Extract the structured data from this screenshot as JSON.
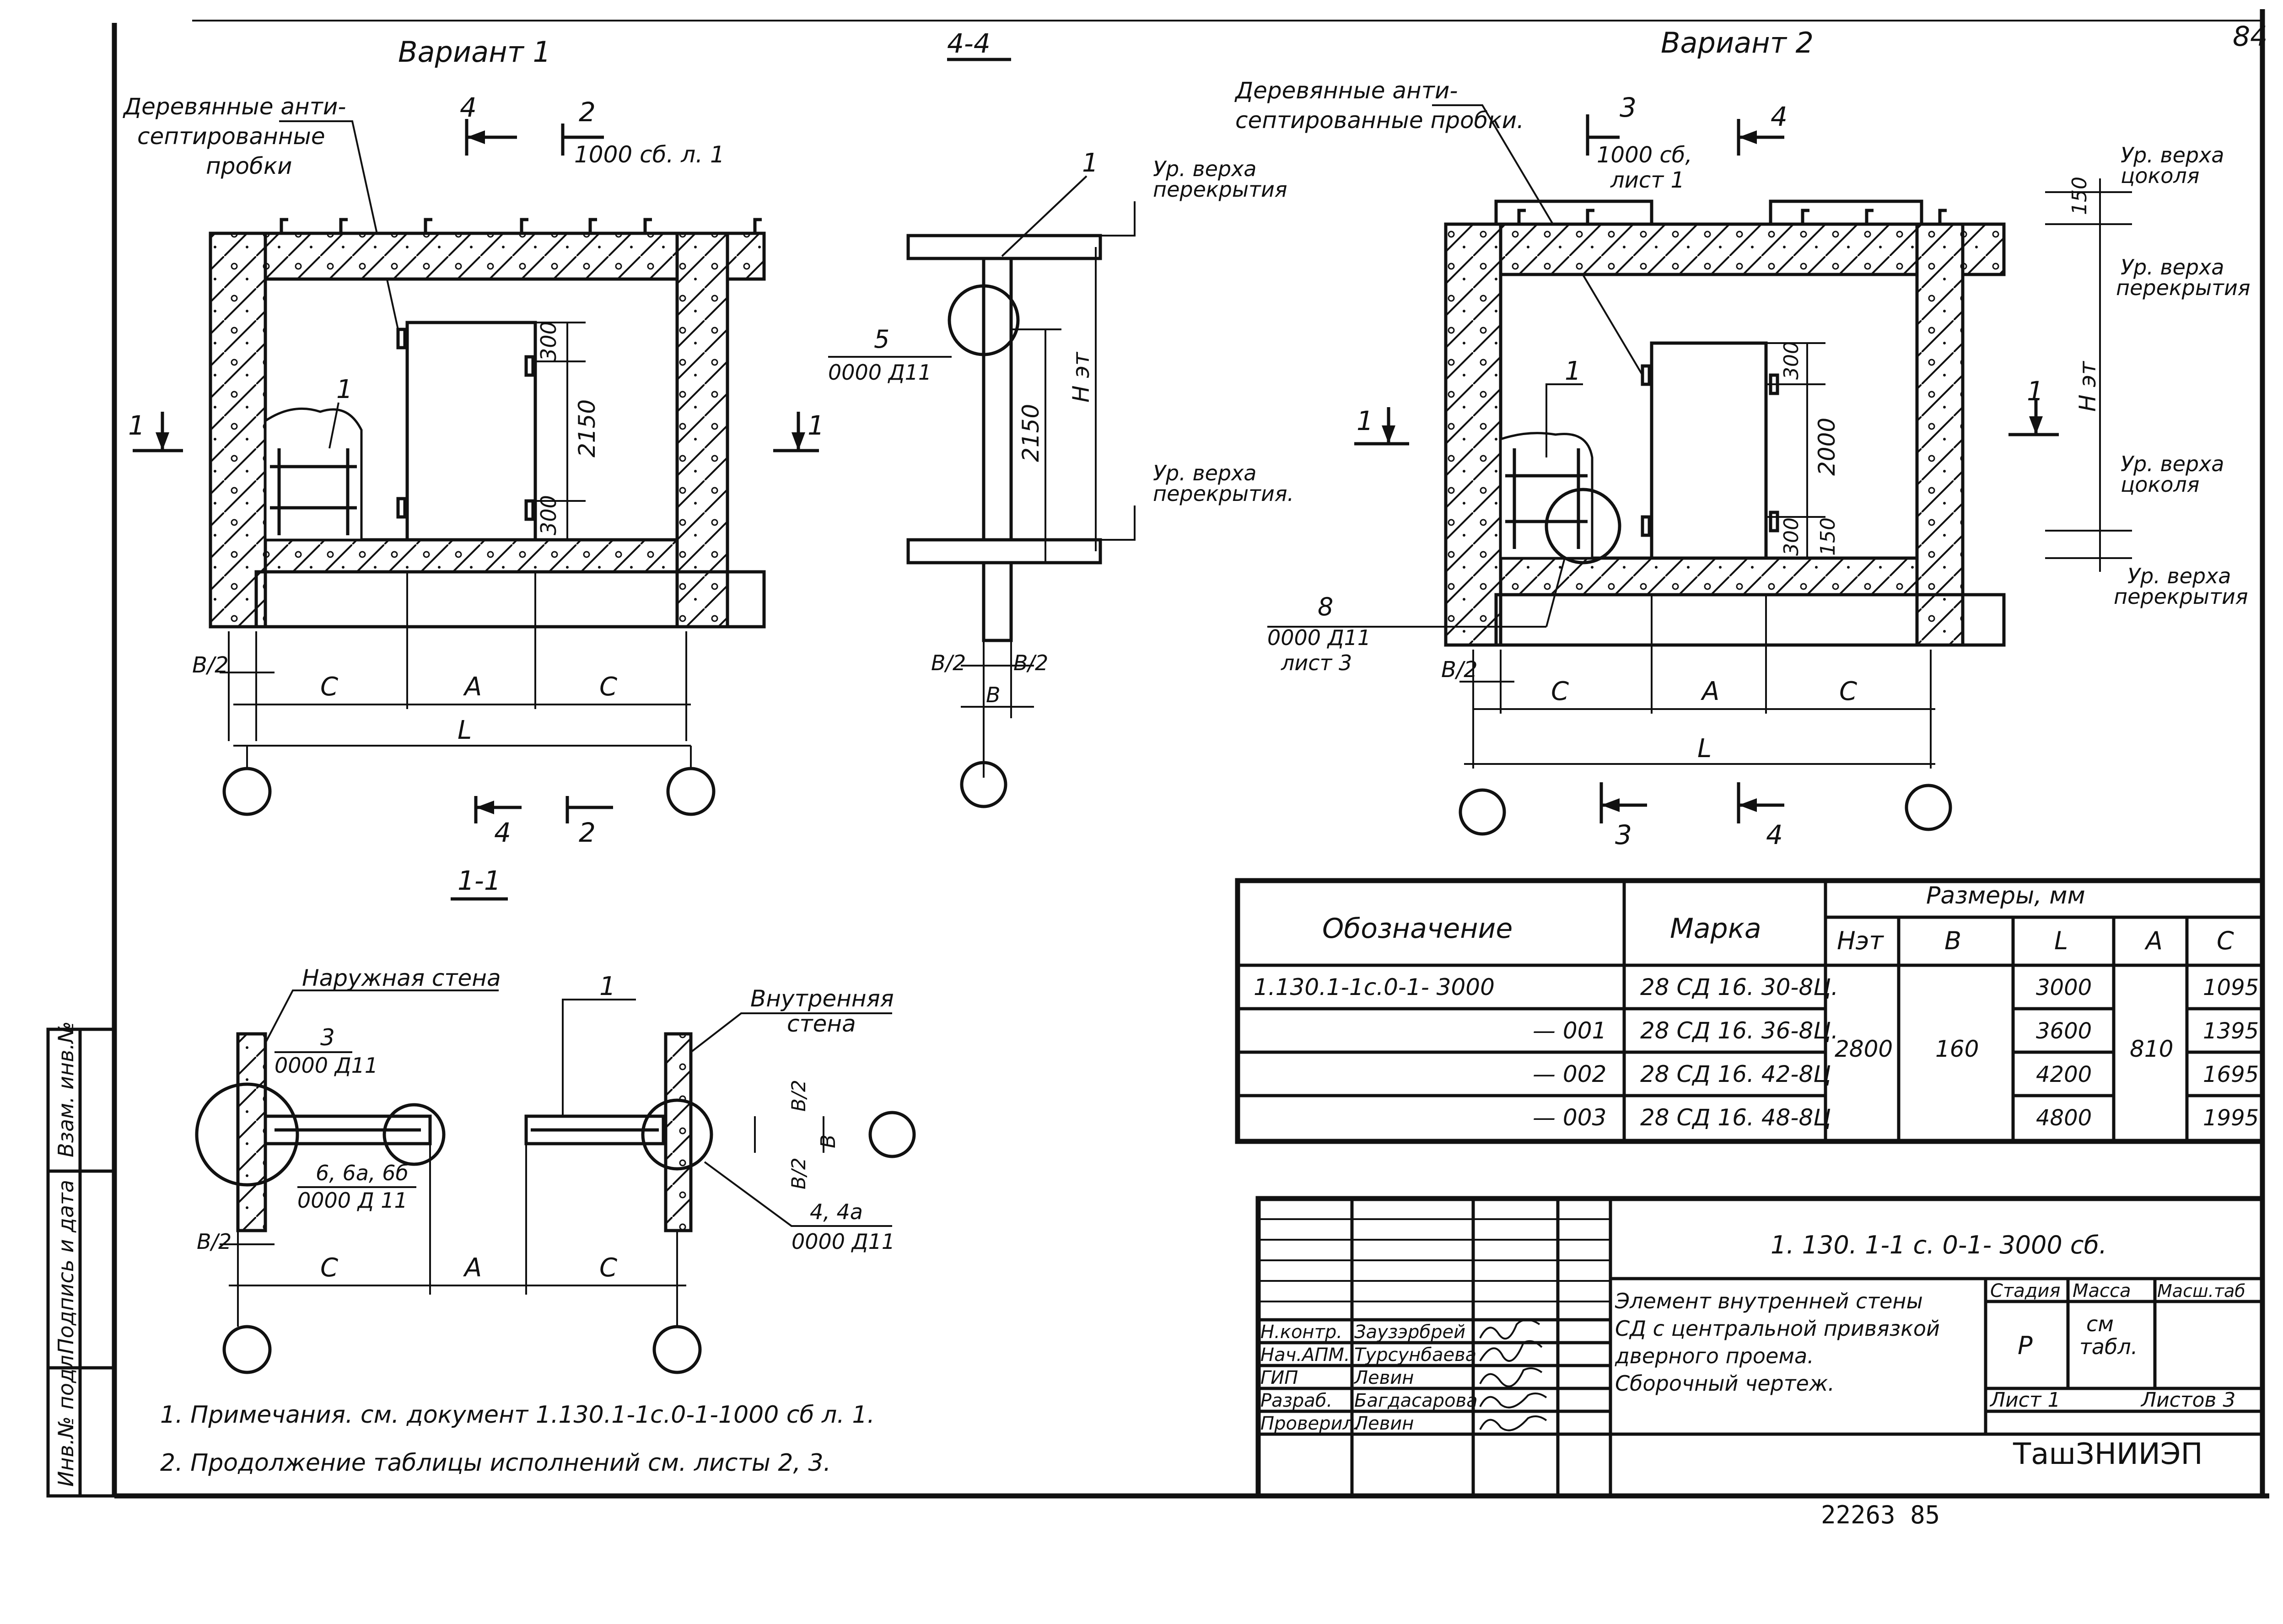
{
  "sheet_number": "84",
  "footer_number": "22263   85",
  "variant1": {
    "title": "Вариант 1",
    "plugs_label_1": "Деревянные анти-",
    "plugs_label_2": "септированные",
    "plugs_label_3": "пробки",
    "section_4": "4",
    "section_2": "2",
    "ref_2": "1000 сб. л. 1",
    "mark_1_left": "1",
    "mark_1_right": "1",
    "item_1": "1",
    "dim_300_top": "300",
    "dim_2150": "2150",
    "dim_300_bottom": "300",
    "dim_b2": "В/2",
    "dim_c_left": "С",
    "dim_a": "А",
    "dim_c_right": "С",
    "dim_l": "L",
    "bottom_section_4": "4",
    "bottom_section_2": "2"
  },
  "section44": {
    "title": "4-4",
    "item_1": "1",
    "level_top_1": "Ур. верха",
    "level_top_2": "перекрытия",
    "node_5": "5",
    "node_5_ref": "0000 Д11",
    "dim_2150": "2150",
    "dim_h": "Н эт",
    "level_bot_1": "Ур. верха",
    "level_bot_2": "перекрытия.",
    "dim_b2_l": "В/2",
    "dim_b2_r": "В/2",
    "dim_b": "В"
  },
  "variant2": {
    "title": "Вариант 2",
    "plugs_label_1": "Деревянные анти-",
    "plugs_label_2": "септированные пробки.",
    "section_3": "3",
    "ref_3_1": "1000 сб,",
    "ref_3_2": "лист 1",
    "section_4": "4",
    "dim_150_top": "150",
    "level_1a": "Ур. верха",
    "level_1b": "цоколя",
    "level_2a": "Ур. верха",
    "level_2b": "перекрытия",
    "level_3a": "Ур. верха",
    "level_3b": "цоколя",
    "level_4a": "Ур. верха",
    "level_4b": "перекрытия",
    "dim_h": "Н эт",
    "mark_1_left": "1",
    "mark_1_right": "1",
    "item_1": "1",
    "dim_300_top": "300",
    "dim_2000": "2000",
    "dim_300_bottom": "300",
    "dim_150_bottom": "150",
    "node_8": "8",
    "node_8_ref_1": "0000 Д11",
    "node_8_ref_2": "лист 3",
    "dim_b2": "В/2",
    "dim_c_left": "С",
    "dim_a": "А",
    "dim_c_right": "С",
    "dim_l": "L",
    "bottom_section_3": "3",
    "bottom_section_4": "4"
  },
  "section11": {
    "title": "1-1",
    "outer_wall": "Наружная стена",
    "item_1": "1",
    "inner_wall_1": "Внутренняя",
    "inner_wall_2": "стена",
    "node_3": "3",
    "node_3_ref": "0000 Д11",
    "node_6": "6, 6а, 6б",
    "node_6_ref": "0000 Д 11",
    "node_4": "4, 4а",
    "node_4_ref": "0000 Д11",
    "dim_b2": "В/2",
    "dim_b2_a": "В/2",
    "dim_b2_b": "В/2",
    "dim_b": "В",
    "dim_c_left": "С",
    "dim_a": "А",
    "dim_c_right": "С"
  },
  "notes": [
    "1. Примечания.   см. документ  1.130.1-1с.0-1-1000 сб л. 1.",
    "2. Продолжение таблицы исполнений см. листы 2, 3."
  ],
  "spec_table": {
    "header_designation": "Обозначение",
    "header_mark": "Марка",
    "header_sizes": "Размеры,     мм",
    "size_cols": [
      "Нэт",
      "В",
      "L",
      "А",
      "С"
    ],
    "rows": [
      {
        "designation": "1.130.1-1с.0-1- 3000",
        "mark": "28 СД 16. 30-8Ц.",
        "L": "3000",
        "C": "1095"
      },
      {
        "designation": "— 001",
        "mark": "28 СД 16. 36-8Ц.",
        "L": "3600",
        "C": "1395"
      },
      {
        "designation": "— 002",
        "mark": "28 СД 16. 42-8Ц",
        "L": "4200",
        "C": "1695"
      },
      {
        "designation": "— 003",
        "mark": "28 СД 16. 48-8Ц",
        "L": "4800",
        "C": "1995"
      }
    ],
    "shared_h": "2800",
    "shared_b": "160",
    "shared_a": "810"
  },
  "title_block": {
    "code": "1. 130. 1-1 с. 0-1- 3000 сб.",
    "description": [
      "Элемент   внутренней стены",
      "СД  с  центральной привязкой",
      "дверного проема.",
      "Сборочный  чертеж."
    ],
    "stage_label": "Стадия",
    "mass_label": "Масса",
    "scale_label": "Масш.таб",
    "stage_value": "Р",
    "mass_value_1": "см",
    "mass_value_2": "табл.",
    "sheet_label": "Лист 1",
    "sheets_label": "Листов 3",
    "org": "ТашЗНИИЭП",
    "roles": [
      {
        "role": "Н.контр.",
        "name": "Заузэрбрей"
      },
      {
        "role": "Нач.АПМ.",
        "name": "Турсунбаева"
      },
      {
        "role": "ГИП",
        "name": "Левин"
      },
      {
        "role": "Разраб.",
        "name": "Багдасарова"
      },
      {
        "role": "Проверил.",
        "name": "Левин"
      }
    ]
  },
  "side_stamp": [
    "Инв.№ подл.",
    "Подпись и дата",
    "Взам. инв.№"
  ]
}
